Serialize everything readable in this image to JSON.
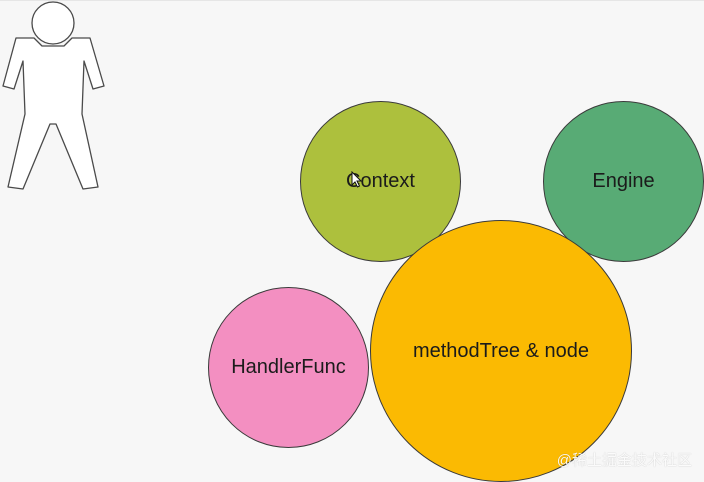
{
  "nodes": {
    "context": {
      "label": "Context",
      "color": "#adc03d"
    },
    "engine": {
      "label": "Engine",
      "color": "#58ab75"
    },
    "handler_func": {
      "label": "HandlerFunc",
      "color": "#f38fc1"
    },
    "method_tree": {
      "label": "methodTree & node",
      "color": "#fbba02"
    }
  },
  "figure": {
    "icon": "person-outline-icon"
  },
  "cursor": {
    "icon": "mouse-pointer-icon"
  },
  "watermark": {
    "text": "@稀土掘金技术社区"
  }
}
